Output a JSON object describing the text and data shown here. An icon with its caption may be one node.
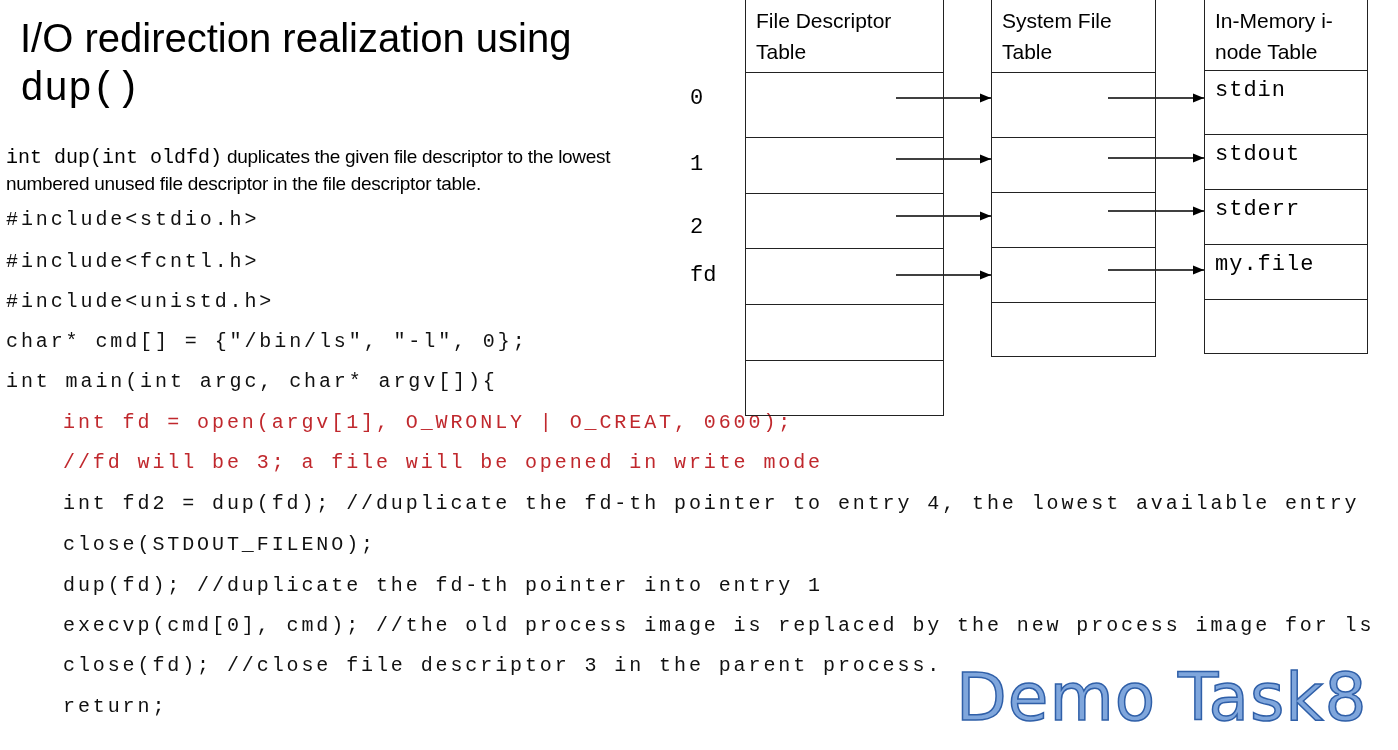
{
  "diagram": {
    "title": "I/O redirection realization using dup()",
    "nodes": [
      {
        "text": [
          "File Descriptor Table"
        ]
      },
      {
        "text": [],
        "shape": "box",
        "in": 0,
        "beside": [
          "0"
        ]
      },
      {
        "text": [],
        "shape": "box",
        "in": 0,
        "beside": [
          "1"
        ]
      },
      {
        "text": [],
        "shape": "box",
        "in": 0,
        "beside": [
          "2"
        ]
      },
      {
        "text": [],
        "shape": "box",
        "in": 0,
        "beside": [
          "fd"
        ]
      },
      {
        "text": [],
        "shape": "box",
        "in": 0
      },
      {
        "text": [],
        "shape": "box",
        "in": 0
      },
      {
        "text": [
          "System File Table"
        ]
      },
      {
        "text": [],
        "shape": "box",
        "in": 7
      },
      {
        "text": [],
        "shape": "box",
        "in": 7
      },
      {
        "text": [],
        "shape": "box",
        "in": 7
      },
      {
        "text": [],
        "shape": "box",
        "in": 7
      },
      {
        "text": [],
        "shape": "box",
        "in": 7
      },
      {
        "text": [
          "In-Memory i-node Table"
        ]
      },
      {
        "text": [
          "stdin"
        ],
        "in": 13
      },
      {
        "text": [
          "stdout"
        ],
        "in": 13
      },
      {
        "text": [
          "stderr"
        ],
        "in": 13
      },
      {
        "text": [
          "my.file"
        ],
        "in": 13
      },
      {
        "text": [],
        "shape": "box",
        "in": 13
      }
    ],
    "edges": [
      {
        "from": 1,
        "to": 8,
        "arrow": "to"
      },
      {
        "from": 2,
        "to": 9,
        "arrow": "to"
      },
      {
        "from": 3,
        "to": 10,
        "arrow": "to"
      },
      {
        "from": 4,
        "to": 11,
        "arrow": "to"
      },
      {
        "from": 8,
        "to": 14,
        "arrow": "to"
      },
      {
        "from": 9,
        "to": 15,
        "arrow": "to"
      },
      {
        "from": 10,
        "to": 16,
        "arrow": "to"
      },
      {
        "from": 11,
        "to": 17,
        "arrow": "to"
      }
    ],
    "labels": [
      "int dup(int oldfd)",
      "duplicates the given file descriptor to the lowest numbered unused file descriptor in the file descriptor table.",
      "#include<stdio.h>",
      "#include<fcntl.h>",
      "#include<unistd.h>",
      "char* cmd[] = {\"/bin/ls\", \"-l\", 0};",
      "int main(int argc, char* argv[]){",
      "int fd = open(argv[1], O_WRONLY | O_CREAT, 0600);",
      "//fd will be 3; a file will be opened in write mode",
      "int fd2 = dup(fd); //duplicate the fd-th pointer to entry 4, the lowest available entry",
      "close(STDOUT_FILENO);",
      "dup(fd); //duplicate the fd-th pointer into entry 1",
      "execvp(cmd[0], cmd); //the old process image is replaced by the new process image for ls",
      "close(fd); //close file descriptor 3 in the parent process.",
      "return;",
      "Demo Task8"
    ]
  }
}
